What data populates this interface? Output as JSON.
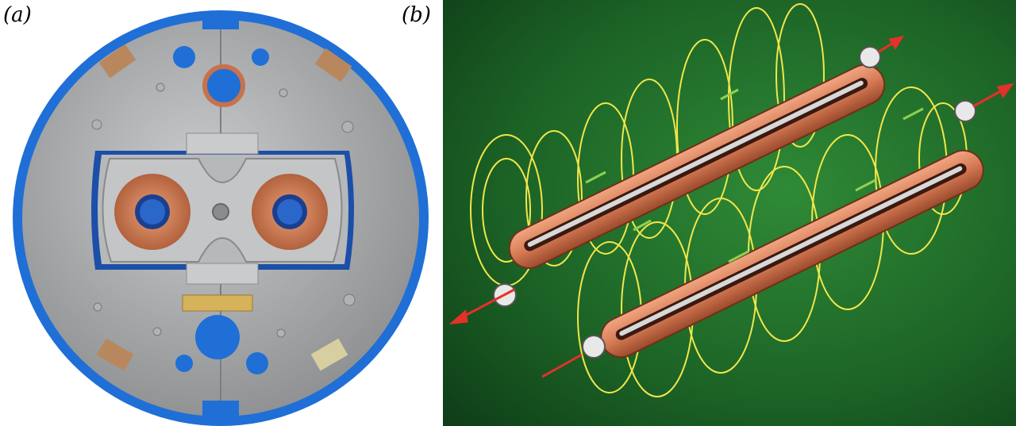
{
  "panels": {
    "a": {
      "label": "(a)"
    },
    "b": {
      "label": "(b)"
    }
  },
  "colors": {
    "rim_blue": "#1f6fd6",
    "steel": "#a9abad",
    "copper": "#c8714c",
    "field_lines": "#f2e64a",
    "arrow_red": "#e4312a",
    "arrow_green": "#8fd14f",
    "background_green": "#1f6a2a"
  },
  "icons": {
    "panel_a": "dipole-magnet-cross-section-photo",
    "panel_b": "twin-aperture-coil-field-illustration"
  }
}
